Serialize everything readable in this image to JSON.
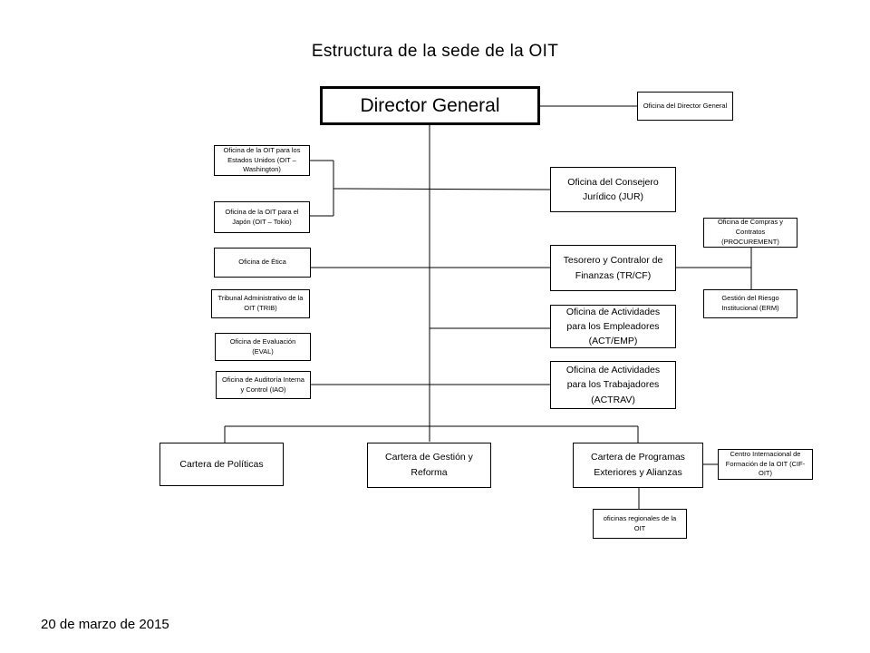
{
  "title": "Estructura de la sede de la OIT",
  "date": "20 de marzo de 2015",
  "director": "Director General",
  "right_top": "Oficina del Director General",
  "left_offices": {
    "usa": "Oficina de la OIT para los Estados Unidos (OIT – Washington)",
    "japan": "Oficina de la OIT para el Japón (OIT – Tokio)",
    "ethics": "Oficina de Ética",
    "tribunal": "Tribunal Administrativo de la OIT (TRIB)",
    "eval": "Oficina de Evaluación (EVAL)",
    "iao": "Oficina de Auditoría Interna y Control (IAO)"
  },
  "center_offices": {
    "jur": "Oficina del Consejero Jurídico (JUR)",
    "trcf": "Tesorero y Contralor de Finanzas (TR/CF)",
    "actemp": "Oficina de Actividades para los Empleadores (ACT/EMP)",
    "actrav": "Oficina de Actividades para los Trabajadores (ACTRAV)"
  },
  "right_offices": {
    "procurement": "Oficina de Compras y Contratos (PROCUREMENT)",
    "erm": "Gestión del Riesgo Institucional (ERM)",
    "cif": "Centro Internacional de Formación de la OIT (CIF-OIT)"
  },
  "portfolios": {
    "policy": "Cartera de Políticas",
    "management": "Cartera de Gestión y Reforma",
    "external": "Cartera de Programas Exteriores y Alianzas"
  },
  "regional": "oficinas regionales de la OIT"
}
